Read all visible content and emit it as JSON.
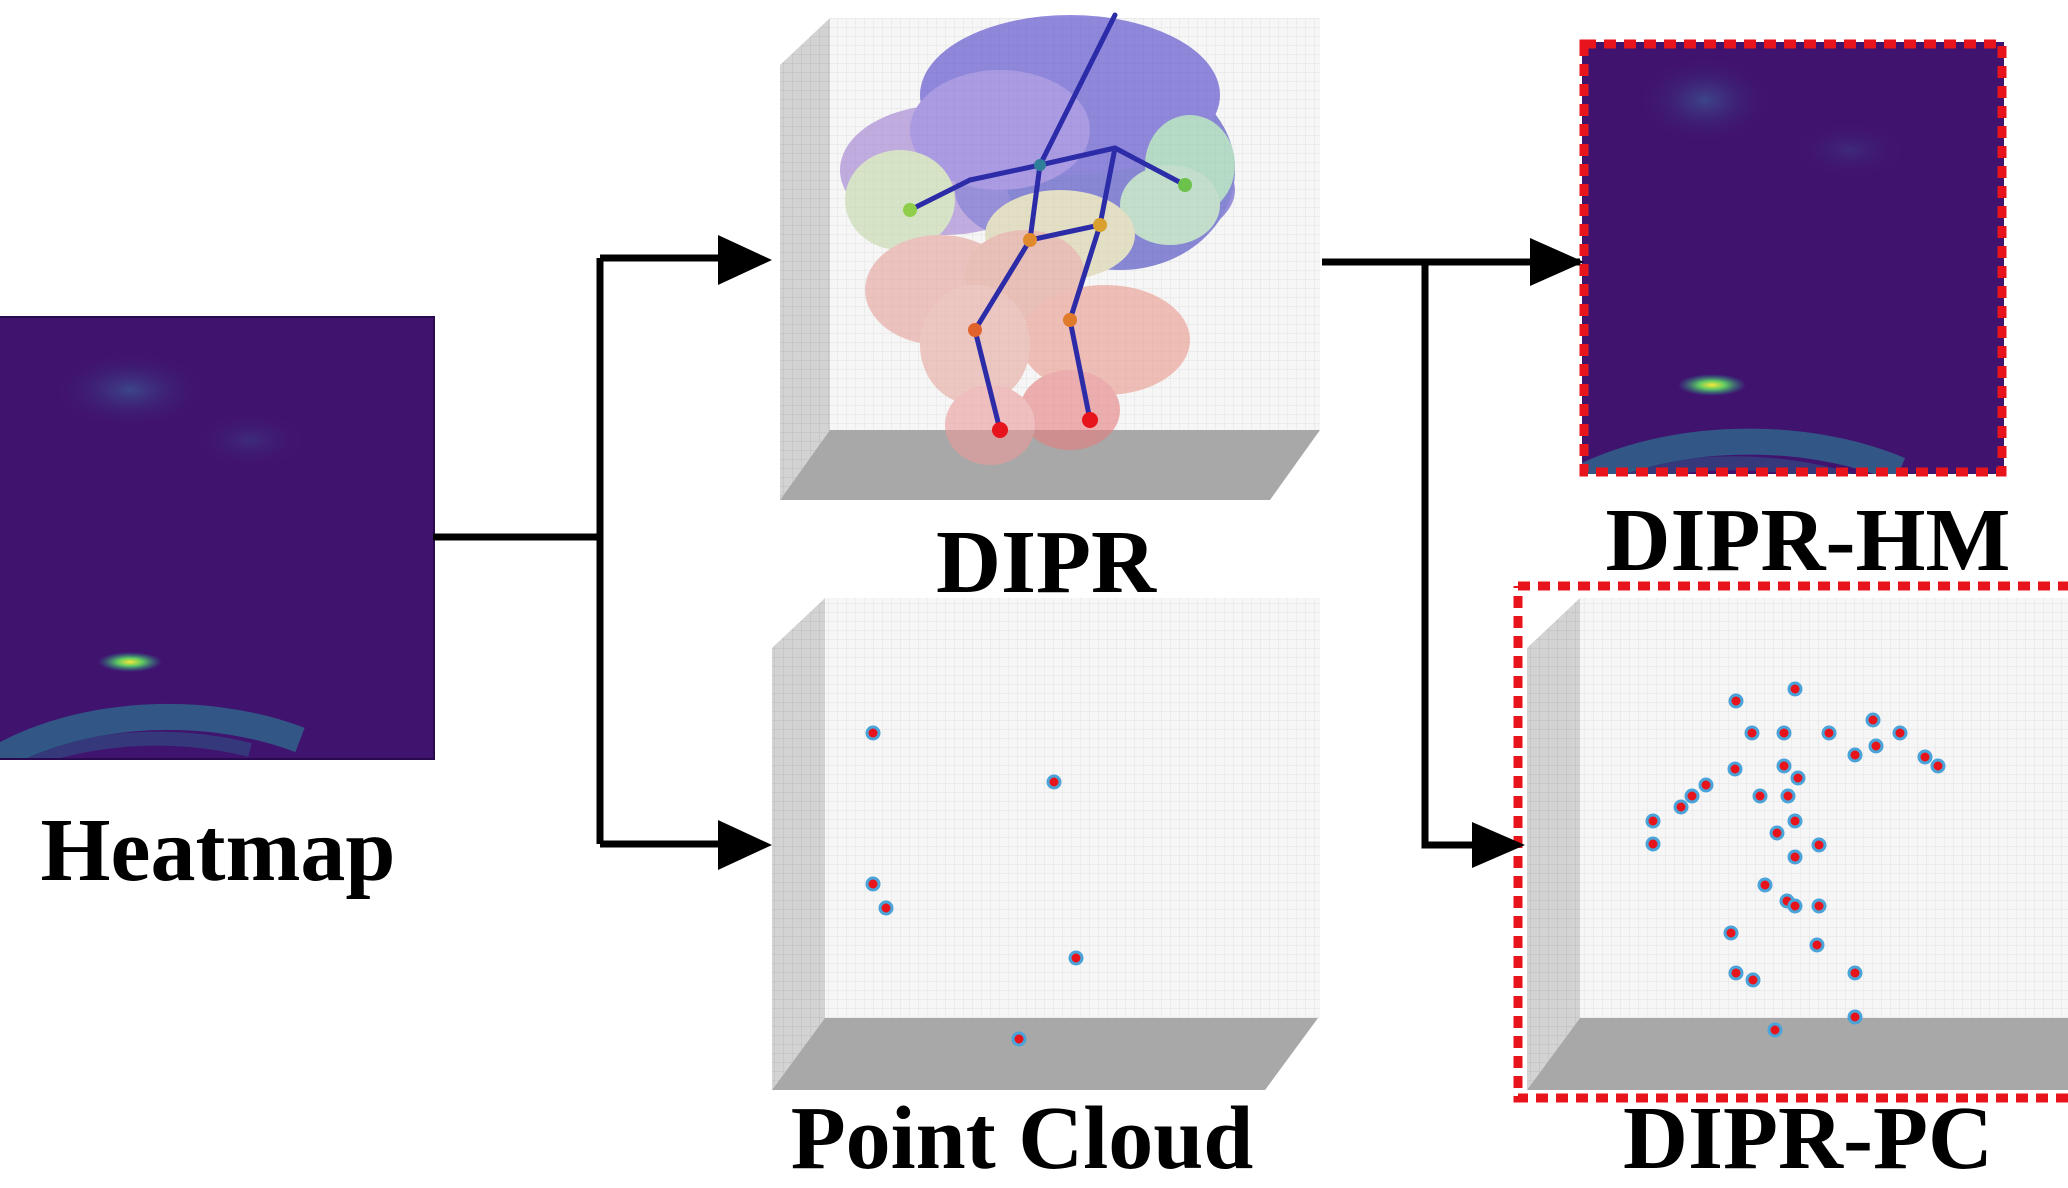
{
  "labels": {
    "heatmap": "Heatmap",
    "dipr": "DIPR",
    "point_cloud": "Point Cloud",
    "dipr_hm": "DIPR-HM",
    "dipr_pc": "DIPR-PC"
  },
  "colors": {
    "heatmap_bg": "#3b0f6a",
    "heatmap_border": "#2a0a4e",
    "arc": "#2d6e8e",
    "hotspot": "#f7e93a",
    "hotspot_mid": "#5ec962",
    "highlight_border": "#e8141b",
    "floor": "#a8a8a8",
    "wall": "#c9c9c9",
    "grid": "#e4e4e4",
    "point_fill": "#e8141b",
    "point_ring": "#4aa3d9",
    "arrow": "#000000"
  },
  "icons": [
    "heatmap-image",
    "dipr-3d-box",
    "point-cloud-3d-box",
    "dipr-hm-image",
    "dipr-pc-3d-box"
  ]
}
